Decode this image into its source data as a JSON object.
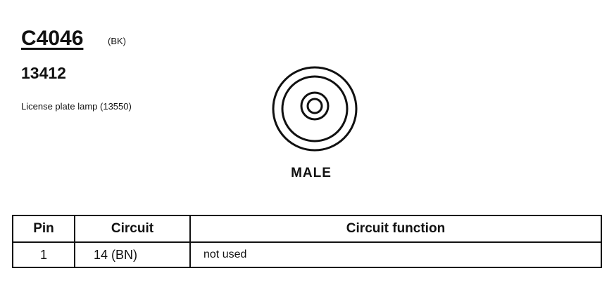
{
  "connector": {
    "id": "C4046",
    "color": "(BK)",
    "part_number": "13412",
    "description": "License plate lamp (13550)",
    "gender": "MALE"
  },
  "pin_table": {
    "headers": {
      "pin": "Pin",
      "circuit": "Circuit",
      "function": "Circuit function"
    },
    "rows": [
      {
        "pin": "1",
        "circuit": "14 (BN)",
        "function": "not used"
      }
    ]
  }
}
